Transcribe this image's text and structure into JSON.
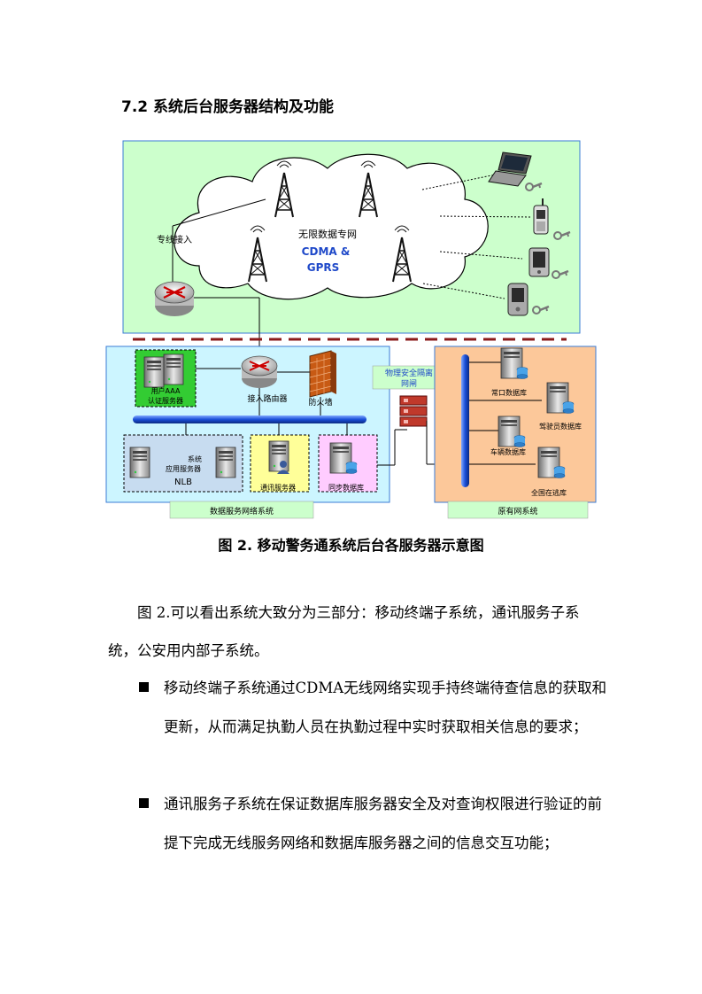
{
  "heading": "7.2 系统后台服务器结构及功能",
  "diagram": {
    "cloud_title": "无限数据专网",
    "cloud_line2": "CDMA  &",
    "cloud_line3": "GPRS",
    "leased_line": "专线接入",
    "aaa_line1": "用户AAA",
    "aaa_line2": "认证服务器",
    "access_router": "接入路由器",
    "firewall": "防火墙",
    "isolation_line1": "物理安全隔离",
    "isolation_line2": "网闸",
    "app_line1": "系统",
    "app_line2": "应用服务器",
    "nlb": "NLB",
    "comm_server": "通讯服务器",
    "sync_db": "同步数据库",
    "db_changkou": "常口数据库",
    "db_driver": "驾驶员数据库",
    "db_vehicle": "车辆数据库",
    "db_fugitive": "全国在逃库",
    "label_data_net": "数据服务网络系统",
    "label_orig_net": "原有网系统"
  },
  "caption": "图 2.  移动警务通系统后台各服务器示意图",
  "paragraph": "图 2.可以看出系统大致分为三部分：移动终端子系统，通讯服务子系统，公安用内部子系统。",
  "bullets": [
    "移动终端子系统通过CDMA无线网络实现手持终端待查信息的获取和更新，从而满足执勤人员在执勤过程中实时获取相关信息的要求；",
    "通讯服务子系统在保证数据库服务器安全及对查询权限进行验证的前提下完成无线服务网络和数据库服务器之间的信息交互功能；"
  ]
}
